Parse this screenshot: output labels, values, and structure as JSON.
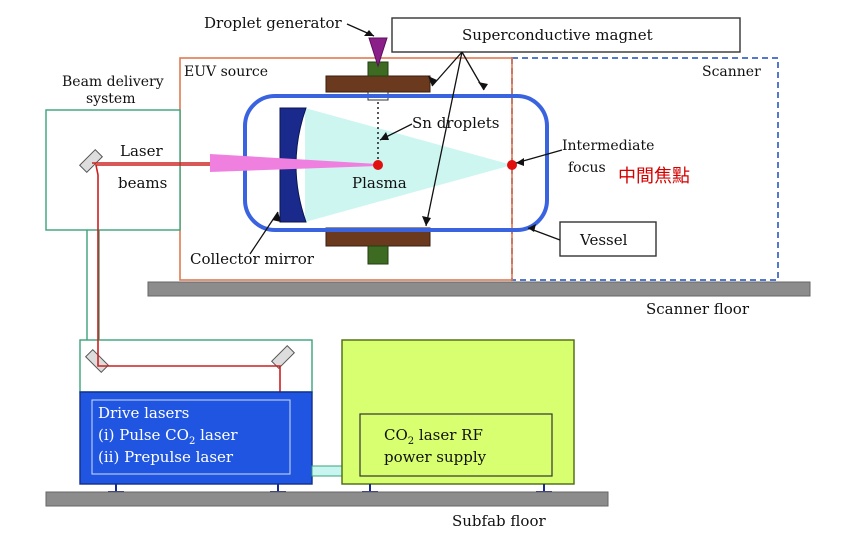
{
  "labels": {
    "droplet_generator": "Droplet generator",
    "superconductive_magnet": "Superconductive magnet",
    "euv_source": "EUV source",
    "scanner": "Scanner",
    "beam_delivery_line1": "Beam delivery",
    "beam_delivery_line2": "system",
    "laser_line1": "Laser",
    "laser_line2": "beams",
    "sn_droplets": "Sn droplets",
    "plasma": "Plasma",
    "intermediate_line1": "Intermediate",
    "intermediate_line2": "focus",
    "intermediate_chinese": "中間焦點",
    "collector_mirror": "Collector mirror",
    "vessel": "Vessel",
    "scanner_floor": "Scanner floor",
    "drive_lasers": "Drive lasers",
    "pulse_co2_prefix": "(i) Pulse CO",
    "pulse_co2_sub": "2",
    "pulse_co2_suffix": " laser",
    "prepulse_laser": "(ii) Prepulse laser",
    "co2_rf_prefix": "CO",
    "co2_rf_sub": "2",
    "co2_rf_suffix": " laser RF",
    "power_supply": "power supply",
    "subfab_floor": "Subfab floor"
  },
  "colors": {
    "euv_source_border": "#e07a50",
    "scanner_border": "#5577cc",
    "beam_box_border": "#3aa37a",
    "vessel": "#3a63e0",
    "magnet": "#6b3a1e",
    "magnet_green": "#3d6b22",
    "collector": "#1a2a8c",
    "laser_beam": "#f080e0",
    "light_cone": "#c8f5f0",
    "red_dot": "#e01010",
    "floor": "#8c8c8c",
    "drive_lasers_fill": "#1f55e0",
    "rf_supply_fill": "#d8ff70",
    "red_line": "#cc2020",
    "droplet_generator": "#8a1f8a"
  }
}
